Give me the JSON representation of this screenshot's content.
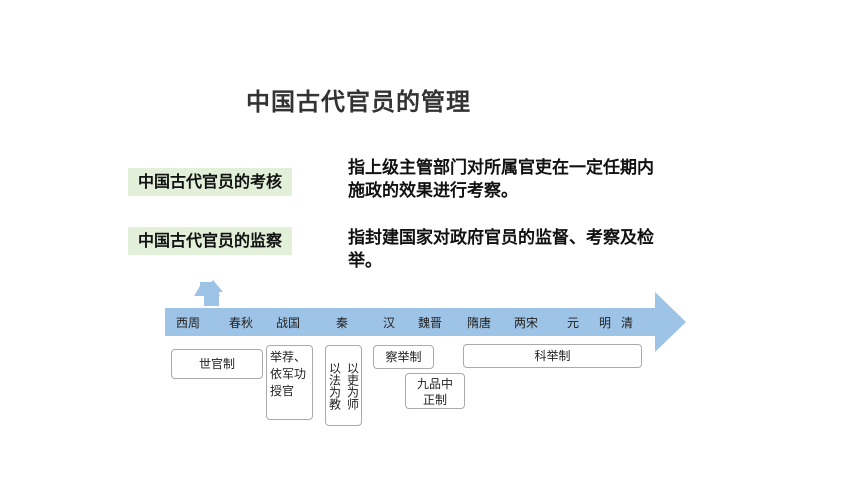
{
  "slide": {
    "title": "中国古代官员的管理",
    "items": [
      {
        "term": "中国古代官员的考核",
        "definition": "指上级主管部门对所属官吏在一定任期内施政的效果进行考察。"
      },
      {
        "term": "中国古代官员的监察",
        "definition": "指封建国家对政府官员的监督、考察及检举。"
      }
    ],
    "timeline": {
      "eras": [
        "西周",
        "春秋",
        "战国",
        "秦",
        "汉",
        "魏晋",
        "隋唐",
        "两宋",
        "元",
        "明",
        "清"
      ],
      "systems": {
        "shiguan": "世官制",
        "junfeng": "举荐、依军功授官",
        "yili_col1": "以吏为师",
        "yili_col2": "以法为教",
        "chaju": "察举制",
        "jiupin": "九品中正制",
        "keju": "科举制"
      }
    },
    "colors": {
      "arrow": "#9dc3e6",
      "term_bg": "#e2efd9"
    }
  }
}
